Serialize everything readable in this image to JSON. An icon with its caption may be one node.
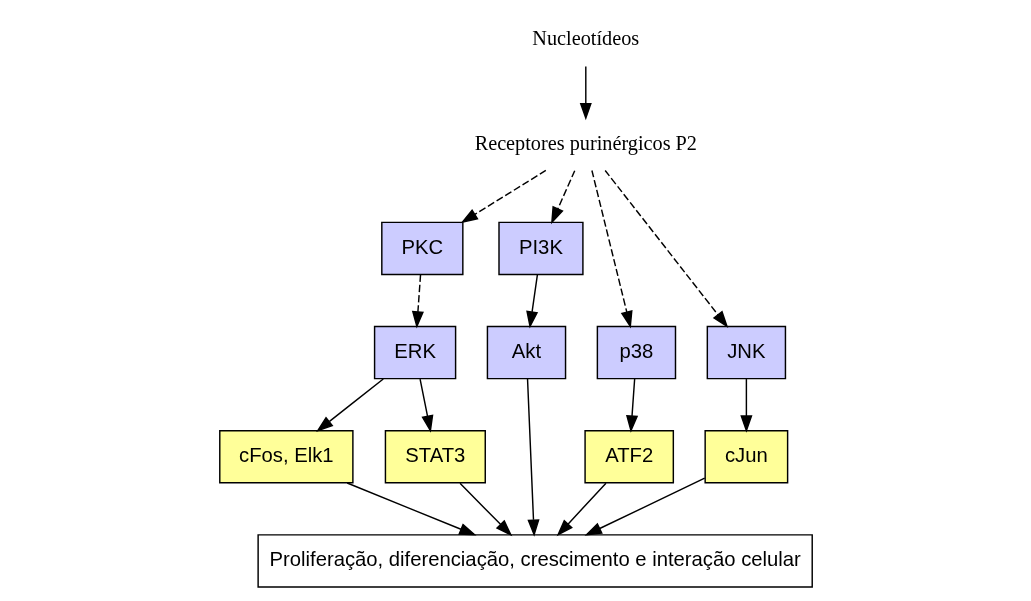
{
  "diagram": {
    "nodes": [
      {
        "text": [
          "Nucleotídeos"
        ]
      },
      {
        "text": [
          "Receptores purinérgicos P2"
        ]
      },
      {
        "text": [
          "PKC"
        ]
      },
      {
        "text": [
          "PI3K"
        ]
      },
      {
        "text": [
          "ERK"
        ]
      },
      {
        "text": [
          "p38"
        ]
      },
      {
        "text": [
          "JNK"
        ]
      },
      {
        "text": [
          "Akt"
        ]
      },
      {
        "text": [
          "cFos, Elk1"
        ]
      },
      {
        "text": [
          "STAT3"
        ]
      },
      {
        "text": [
          "ATF2"
        ]
      },
      {
        "text": [
          "cJun"
        ]
      },
      {
        "text": [
          "Proliferação, diferenciação, crescimento e interação celular"
        ]
      }
    ],
    "edges": [
      {
        "from": 0,
        "to": 1,
        "arrow": "to"
      },
      {
        "from": 1,
        "to": 2,
        "arrow": "to",
        "style": "dashed"
      },
      {
        "from": 1,
        "to": 5,
        "arrow": "to",
        "style": "dashed"
      },
      {
        "from": 1,
        "to": 6,
        "arrow": "to",
        "style": "dashed"
      },
      {
        "from": 1,
        "to": 3,
        "arrow": "to",
        "style": "dashed"
      },
      {
        "from": 2,
        "to": 4,
        "arrow": "to",
        "style": "dashed"
      },
      {
        "from": 3,
        "to": 7,
        "arrow": "to"
      },
      {
        "from": 4,
        "to": 8,
        "arrow": "to"
      },
      {
        "from": 4,
        "to": 9,
        "arrow": "to"
      },
      {
        "from": 5,
        "to": 10,
        "arrow": "to"
      },
      {
        "from": 6,
        "to": 11,
        "arrow": "to"
      },
      {
        "from": 7,
        "to": 12,
        "arrow": "to"
      },
      {
        "from": 8,
        "to": 12,
        "arrow": "to"
      },
      {
        "from": 9,
        "to": 12,
        "arrow": "to"
      },
      {
        "from": 10,
        "to": 12,
        "arrow": "to"
      },
      {
        "from": 11,
        "to": 12,
        "arrow": "to"
      }
    ]
  }
}
